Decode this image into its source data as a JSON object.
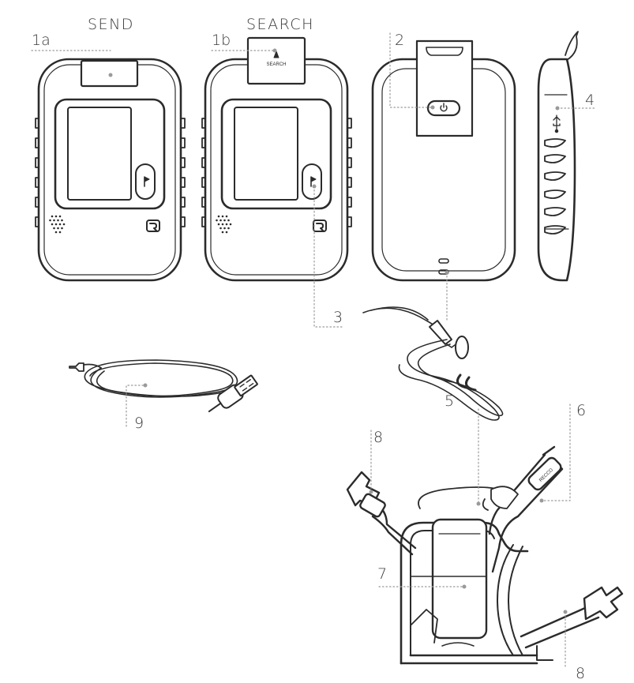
{
  "titles": {
    "send": "SEND",
    "search": "SEARCH"
  },
  "callouts": {
    "c1a": "1a",
    "c1b": "1b",
    "c2": "2",
    "c3": "3",
    "c4": "4",
    "c5": "5",
    "c6": "6",
    "c7": "7",
    "c8a": "8",
    "c8b": "8",
    "c9": "9"
  },
  "device": {
    "search_slider_text": "SEARCH",
    "strap_brand": "RECCO"
  },
  "icons": [
    "flag-icon",
    "power-icon",
    "usb-icon",
    "brand-logo-icon",
    "speaker-grille",
    "arrow-up-icon"
  ],
  "colors": {
    "line": "#2b2b2b",
    "leader": "#9a9a9a",
    "fill": "#ffffff"
  }
}
